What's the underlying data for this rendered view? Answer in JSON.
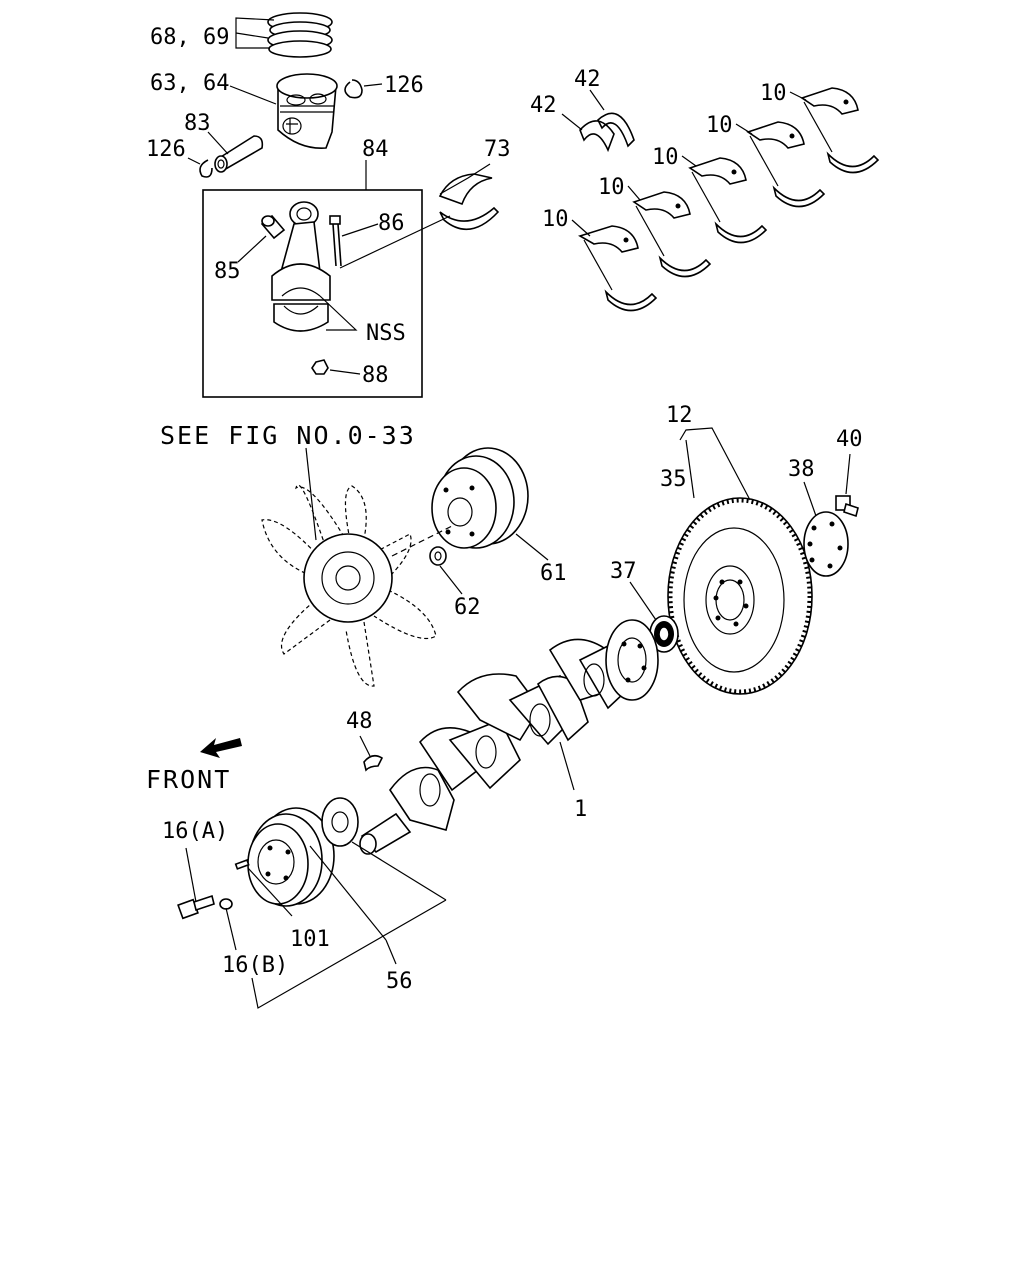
{
  "labels": {
    "l68_69": "68, 69",
    "l63_64": "63, 64",
    "l126_top": "126",
    "l83": "83",
    "l126_left": "126",
    "l84": "84",
    "l73": "73",
    "l86": "86",
    "l85": "85",
    "lnss": "NSS",
    "l88": "88",
    "l42a": "42",
    "l42b": "42",
    "l10": "10",
    "see_fig": "SEE FIG NO.0-33",
    "l12": "12",
    "l35": "35",
    "l38": "38",
    "l40": "40",
    "l61": "61",
    "l62": "62",
    "l37": "37",
    "l48": "48",
    "front": "FRONT",
    "l1": "1",
    "l16a": "16(A)",
    "l101": "101",
    "l16b": "16(B)",
    "l56": "56"
  },
  "icons": {
    "front_arrow": "front-arrow-icon"
  }
}
